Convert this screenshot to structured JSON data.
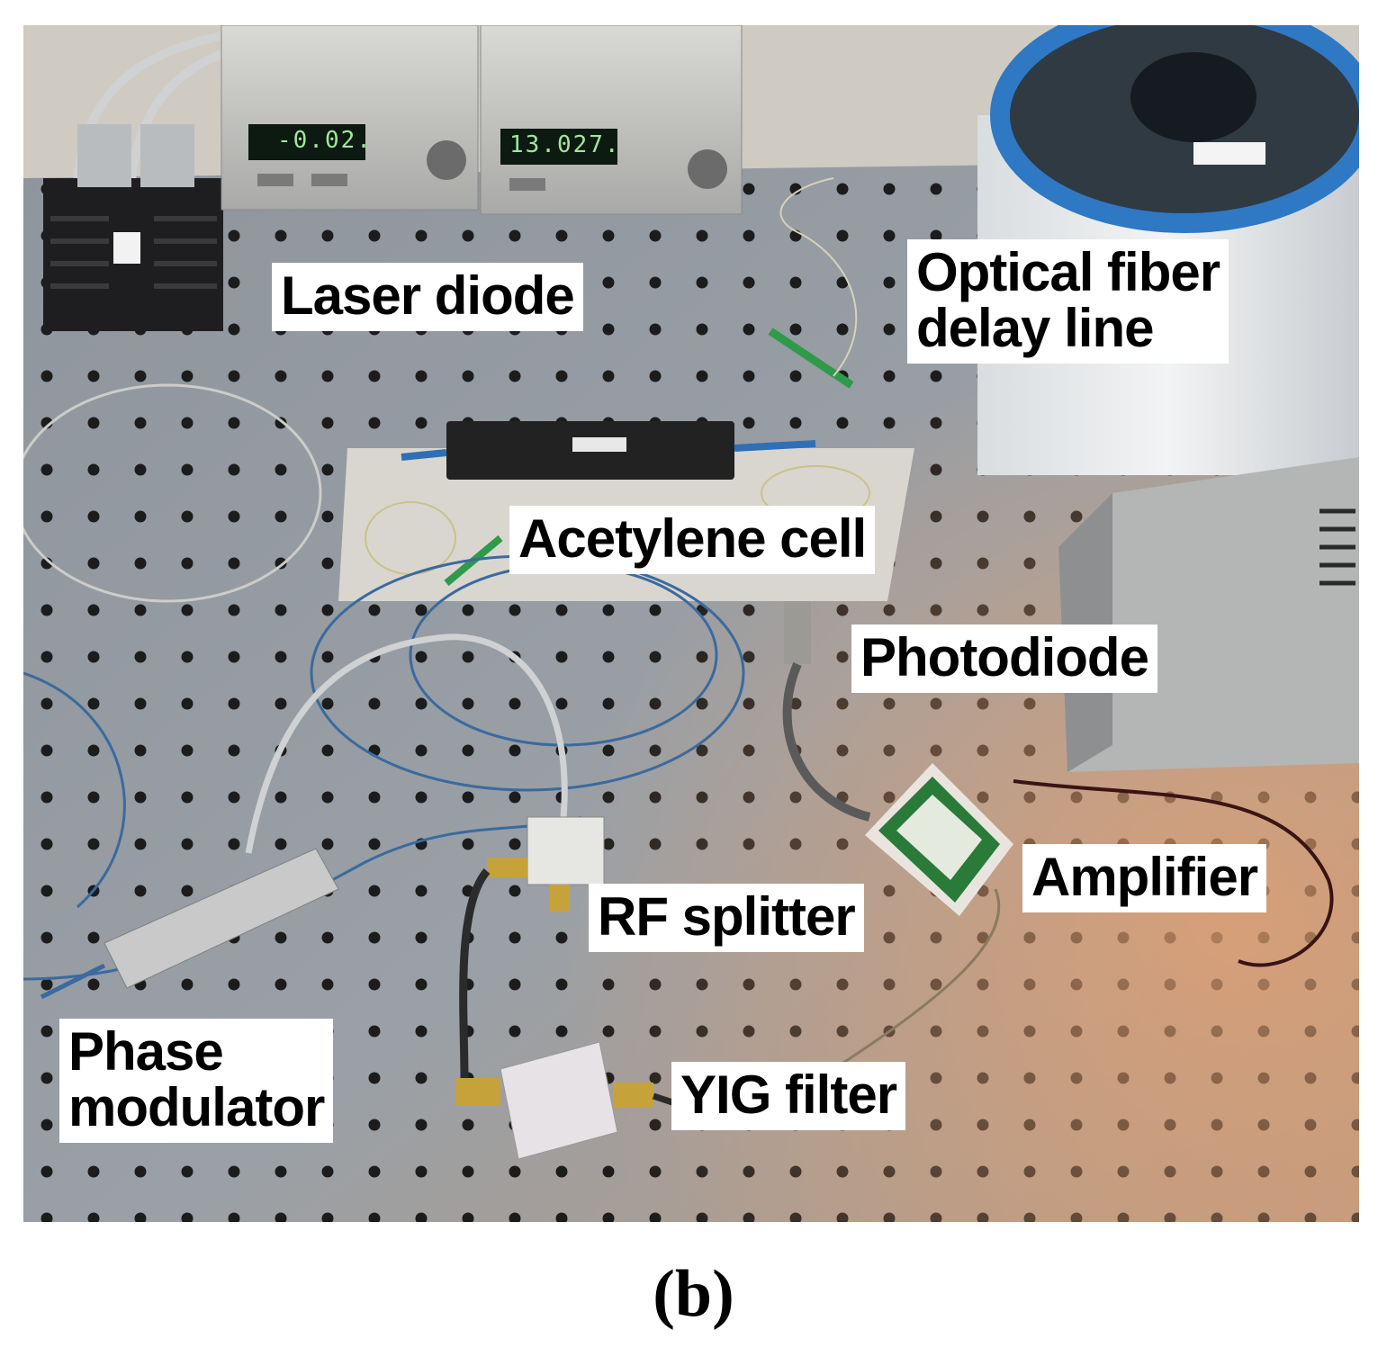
{
  "figure": {
    "caption": "(b)",
    "labels": {
      "laser_diode": "Laser diode",
      "optical_fiber_delay_line": [
        "Optical fiber",
        "delay line"
      ],
      "acetylene_cell": "Acetylene cell",
      "photodiode": "Photodiode",
      "amplifier": "Amplifier",
      "rf_splitter": "RF splitter",
      "phase_modulator": [
        "Phase",
        "modulator"
      ],
      "yig_filter": "YIG filter"
    },
    "instrument_readouts": {
      "left": "-0.02.",
      "right": "13.027."
    }
  }
}
